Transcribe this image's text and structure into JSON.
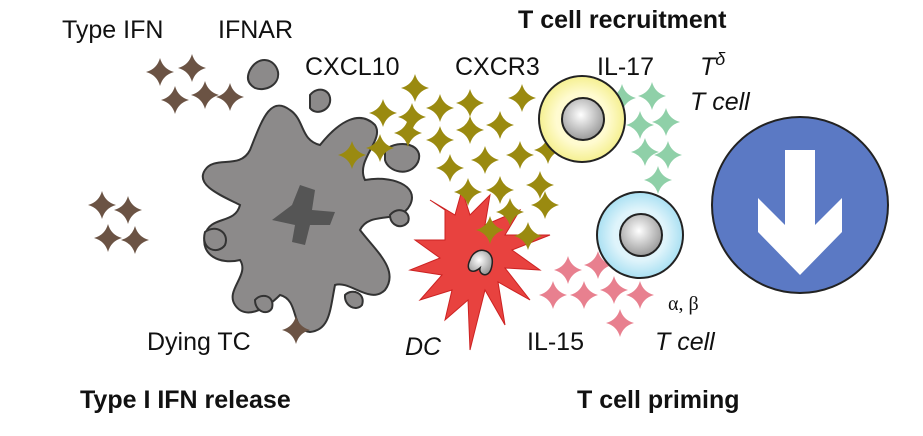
{
  "labels": {
    "type_ifn": "Type IFN",
    "ifnar": "IFNAR",
    "t_cell_recruitment": "T cell recruitment",
    "cxcl10": "CXCL10",
    "cxcr3": "CXCR3",
    "il17": "IL-17",
    "t_delta": "T",
    "delta_sup": "δ",
    "t_cell_gd": "T cell",
    "dying_tc": "Dying TC",
    "dc": "DC",
    "il15": "IL-15",
    "alpha_beta": "α, β",
    "t_cell_ab": "T cell",
    "type1_release": "Type I IFN release",
    "t_cell_priming": "T cell priming"
  },
  "colors": {
    "ifn": "#6b5344",
    "cxcl10": "#9a8a10",
    "il17": "#8fd0a8",
    "il15": "#e8808f",
    "dying_cell": "#8c8a8a",
    "dc": "#e8423f",
    "gd_cell": "#f3ef8a",
    "ab_cell": "#9fdcf0",
    "arrow_circle": "#5b79c4"
  }
}
